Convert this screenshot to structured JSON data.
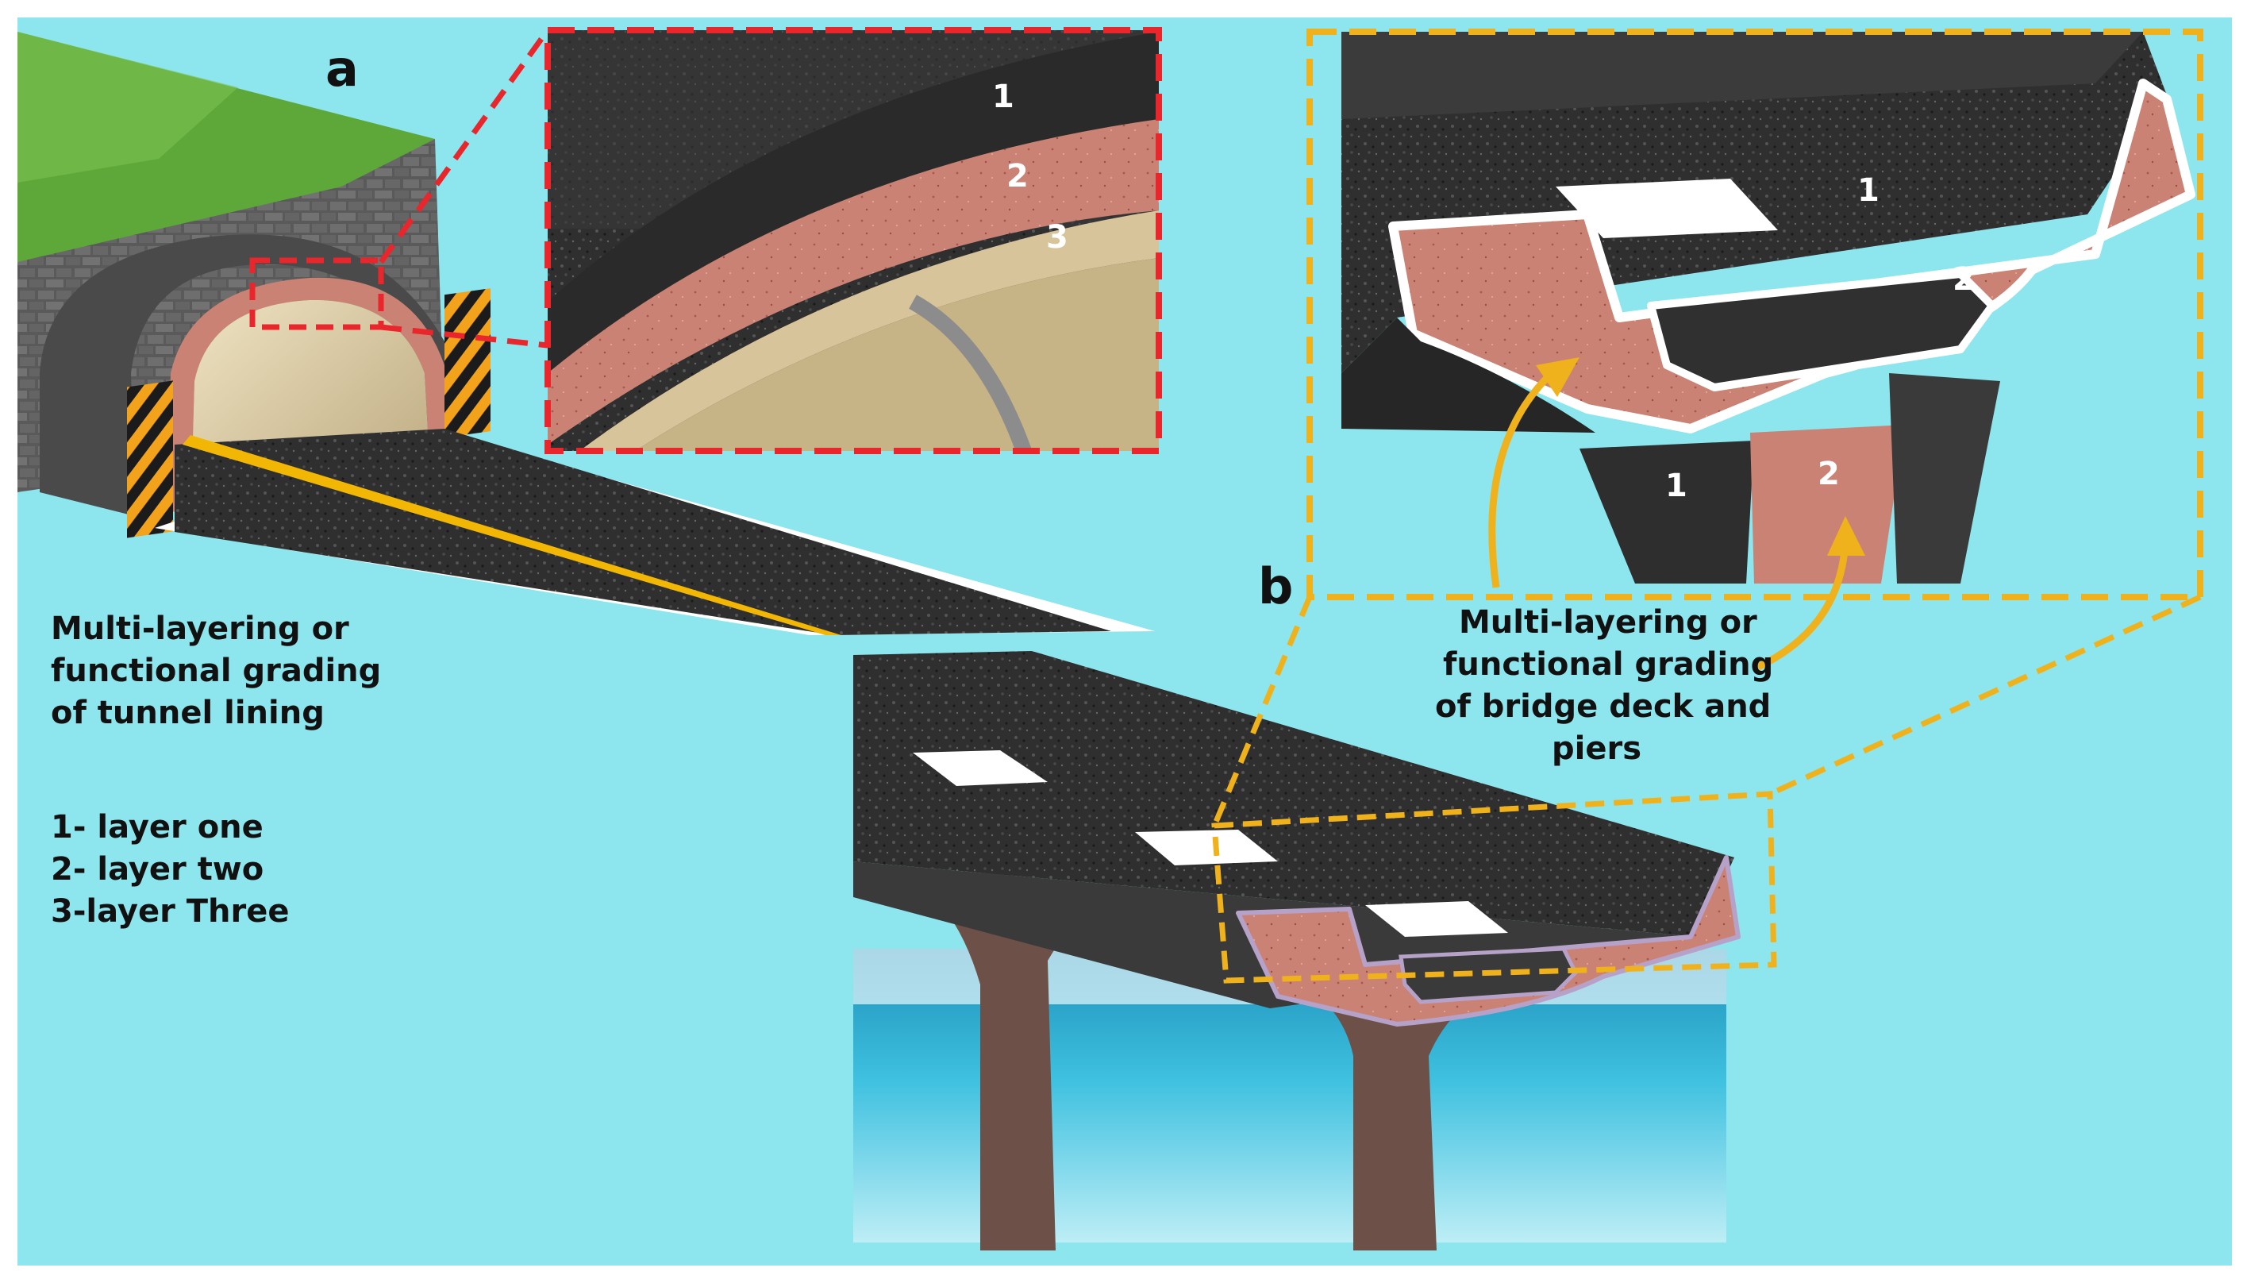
{
  "colors": {
    "background": "#8de6ee",
    "grass": "#5ea83a",
    "asphalt": "#2e2e2e",
    "layer_one": "#3b3b3b",
    "layer_two": "#c98274",
    "layer_three": "#d8c49a",
    "tunnel_callout": "#e8262c",
    "bridge_callout": "#f0b21c",
    "road_stripe": "#f2b705",
    "water": "#39b7d8"
  },
  "panel_a": {
    "letter": "a",
    "caption_lines": [
      "Multi-layering or",
      "functional grading",
      "of tunnel lining"
    ],
    "legend": [
      "1- layer one",
      "2- layer two",
      "3-layer Three"
    ],
    "zoom_numbers": [
      "1",
      "2",
      "3"
    ]
  },
  "panel_b": {
    "letter": "b",
    "caption_lines": [
      "Multi-layering or",
      "functional grading",
      "of bridge deck and",
      "piers"
    ],
    "deck_numbers": [
      "1",
      "2"
    ],
    "pier_numbers": [
      "1",
      "2"
    ]
  }
}
